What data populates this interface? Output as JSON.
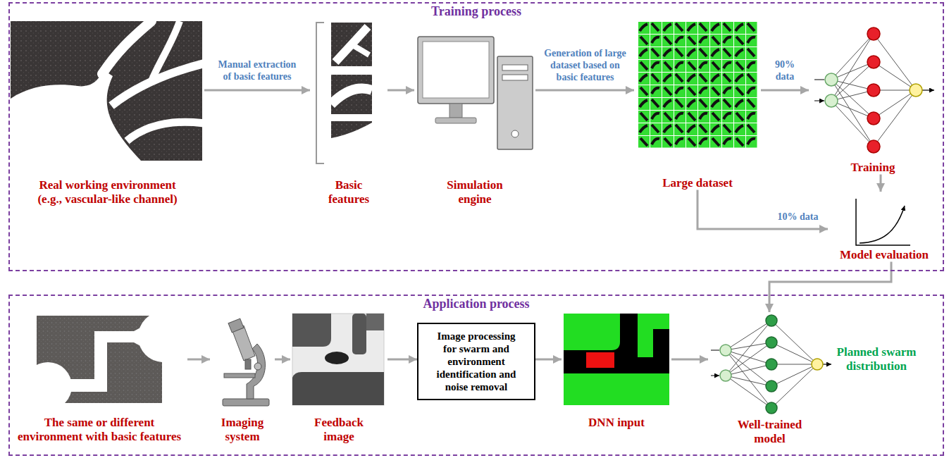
{
  "diagram": {
    "nodes": [
      {
        "text": [
          "Training process"
        ]
      },
      {
        "text": [
          "Real working environment (e.g., vascular-like channel)"
        ],
        "in": 0
      },
      {
        "text": [
          "Basic features"
        ],
        "in": 0
      },
      {
        "text": [
          "Simulation engine"
        ],
        "in": 0
      },
      {
        "text": [
          "Large dataset"
        ],
        "in": 0
      },
      {
        "text": [
          "Training"
        ],
        "in": 0
      },
      {
        "text": [
          "Model evaluation"
        ],
        "in": 0
      },
      {
        "text": [
          "Application process"
        ]
      },
      {
        "text": [
          "The same or different environment with basic features"
        ],
        "in": 7
      },
      {
        "text": [
          "Imaging system"
        ],
        "in": 7
      },
      {
        "text": [
          "Feedback image"
        ],
        "in": 7
      },
      {
        "text": [
          "Image processing for swarm and environment identification and noise removal"
        ],
        "in": 7
      },
      {
        "text": [
          "DNN input"
        ],
        "in": 7
      },
      {
        "text": [
          "Well-trained model"
        ],
        "in": 7
      }
    ],
    "edges": [
      {
        "from": 1,
        "to": 2,
        "arrow": "to",
        "label": "Manual extraction of basic features"
      },
      {
        "from": 2,
        "to": 3,
        "arrow": "to"
      },
      {
        "from": 3,
        "to": 4,
        "arrow": "to",
        "label": "Generation of large dataset based on basic features"
      },
      {
        "from": 4,
        "to": 5,
        "arrow": "to",
        "label": "90% data"
      },
      {
        "from": 5,
        "to": 6,
        "arrow": "to"
      },
      {
        "from": 4,
        "to": 6,
        "arrow": "to",
        "label": "10% data"
      },
      {
        "from": 6,
        "to": 13,
        "arrow": "to"
      },
      {
        "from": 8,
        "to": 9,
        "arrow": "to"
      },
      {
        "from": 9,
        "to": 10,
        "arrow": "to"
      },
      {
        "from": 10,
        "to": 11,
        "arrow": "to"
      },
      {
        "from": 11,
        "to": 12,
        "arrow": "to"
      },
      {
        "from": 12,
        "to": 13,
        "arrow": "to"
      }
    ],
    "labels": [
      "Planned swarm distribution"
    ]
  }
}
